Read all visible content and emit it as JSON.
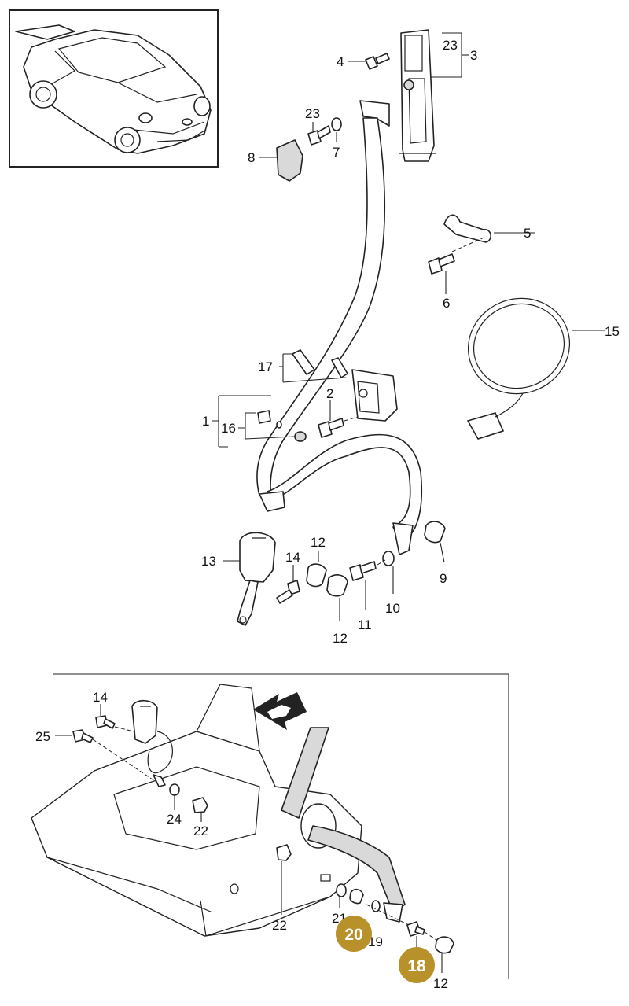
{
  "labels": {
    "l1": "1",
    "l2": "2",
    "l3": "3",
    "l4": "4",
    "l5": "5",
    "l6": "6",
    "l7": "7",
    "l8": "8",
    "l9": "9",
    "l10": "10",
    "l11": "11",
    "l12a": "12",
    "l12b": "12",
    "l12c": "12",
    "l13": "13",
    "l14a": "14",
    "l14b": "14",
    "l15": "15",
    "l16": "16",
    "l17": "17",
    "l18": "18",
    "l19": "19",
    "l20": "20",
    "l21": "21",
    "l22a": "22",
    "l22b": "22",
    "l23a": "23",
    "l23b": "23",
    "l24": "24",
    "l25": "25"
  },
  "highlighted_parts": [
    "18",
    "20"
  ],
  "colors": {
    "highlight": "#b8912a",
    "line": "#222222",
    "belt_shade": "#d9d9d9"
  },
  "icons": {
    "car_thumbnail": "porsche-911-coupe-icon",
    "direction_arrow": "forward-direction-arrow-icon"
  }
}
